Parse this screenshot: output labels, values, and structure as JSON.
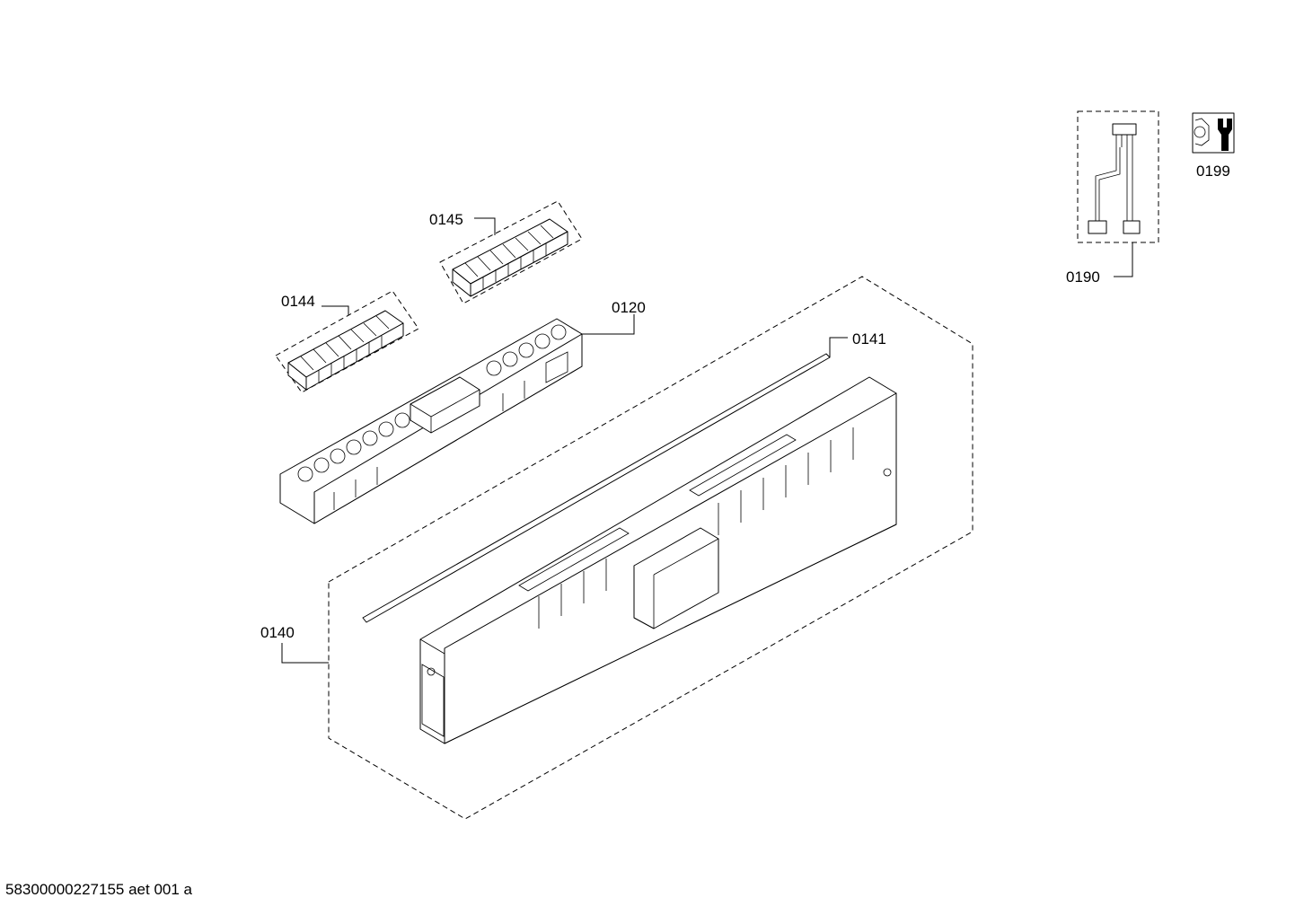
{
  "labels": {
    "p0145": "0145",
    "p0144": "0144",
    "p0120": "0120",
    "p0141": "0141",
    "p0140": "0140",
    "p0190": "0190",
    "p0199": "0199"
  },
  "footer": {
    "document_id": "58300000227155 aet 001 a"
  }
}
